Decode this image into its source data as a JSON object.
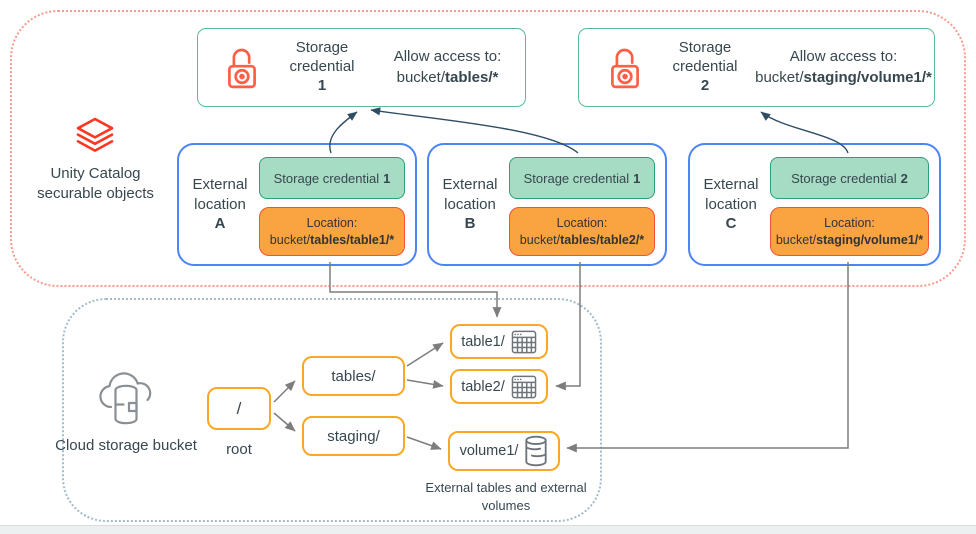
{
  "unity": {
    "section_label": "Unity Catalog securable objects",
    "credentials": [
      {
        "title": "Storage credential",
        "number": "1",
        "access_label": "Allow access to:",
        "path_prefix": "bucket/",
        "path_bold": "tables/*"
      },
      {
        "title": "Storage credential",
        "number": "2",
        "access_label": "Allow access to:",
        "path_prefix": "bucket/",
        "path_bold": "staging/volume1/*"
      }
    ],
    "locations": [
      {
        "label": "External location",
        "letter": "A",
        "cred_title": "Storage credential",
        "cred_number": "1",
        "loc_label": "Location:",
        "path_prefix": "bucket/",
        "path_bold": "tables/table1/*"
      },
      {
        "label": "External location",
        "letter": "B",
        "cred_title": "Storage credential",
        "cred_number": "1",
        "loc_label": "Location:",
        "path_prefix": "bucket/",
        "path_bold": "tables/table2/*"
      },
      {
        "label": "External location",
        "letter": "C",
        "cred_title": "Storage credential",
        "cred_number": "2",
        "loc_label": "Location:",
        "path_prefix": "bucket/",
        "path_bold": "staging/volume1/*"
      }
    ]
  },
  "bucket": {
    "section_label": "Cloud storage bucket",
    "root_label": "/",
    "root_caption": "root",
    "folders": [
      {
        "label": "tables/"
      },
      {
        "label": "staging/"
      }
    ],
    "leaves": [
      {
        "label": "table1/"
      },
      {
        "label": "table2/"
      },
      {
        "label": "volume1/"
      }
    ],
    "caption": "External tables and external volumes"
  },
  "icons": {
    "unity_logo": "databricks-stack-icon",
    "credential": "lock-icon",
    "cloud": "cloud-storage-icon",
    "table": "table-grid-icon",
    "volume": "volume-cylinder-icon"
  },
  "colors": {
    "databricks_red": "#FF3621",
    "lock_red": "#FF5F46",
    "green_fill": "#A6DBC4",
    "green_border": "#2AA178",
    "orange_fill": "#F9A440",
    "orange_border": "#F4503C",
    "blue_border": "#4C85F6",
    "yellow_border": "#F9A825",
    "credential_border": "#56BD9B",
    "uc_dotted_border": "#F59C8C",
    "bucket_dotted_border": "#A3BAC9",
    "arrow_gray": "#7D7D7D",
    "arrow_navy": "#2E4D63"
  }
}
